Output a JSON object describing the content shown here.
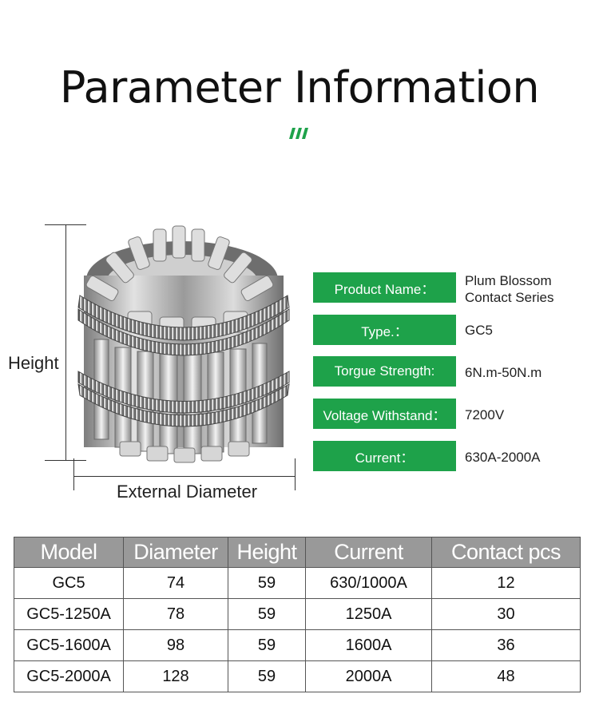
{
  "header": {
    "title": "Parameter Information"
  },
  "dimensions": {
    "height_label": "Height",
    "diameter_label": "External Diameter"
  },
  "params": [
    {
      "label": "Product Name：",
      "value_lines": [
        "Plum Blossom",
        "Contact Series"
      ]
    },
    {
      "label": "Type.：",
      "value_lines": [
        "GC5"
      ]
    },
    {
      "label": "Torgue Strength:",
      "value_lines": [
        "6N.m-50N.m"
      ]
    },
    {
      "label": "Voltage Withstand：",
      "value_lines": [
        "7200V"
      ]
    },
    {
      "label": "Current：",
      "value_lines": [
        "630A-2000A"
      ]
    }
  ],
  "table": {
    "headers": [
      "Model",
      "Diameter",
      "Height",
      "Current",
      "Contact pcs"
    ],
    "rows": [
      [
        "GC5",
        "74",
        "59",
        "630/1000A",
        "12"
      ],
      [
        "GC5-1250A",
        "78",
        "59",
        "1250A",
        "30"
      ],
      [
        "GC5-1600A",
        "98",
        "59",
        "1600A",
        "36"
      ],
      [
        "GC5-2000A",
        "128",
        "59",
        "2000A",
        "48"
      ]
    ]
  },
  "colors": {
    "accent_green": "#1ea24a",
    "table_header_gray": "#999999"
  },
  "icons": {
    "title_mark": "green-slash-mark-icon",
    "product": "plum-blossom-contact-image"
  }
}
